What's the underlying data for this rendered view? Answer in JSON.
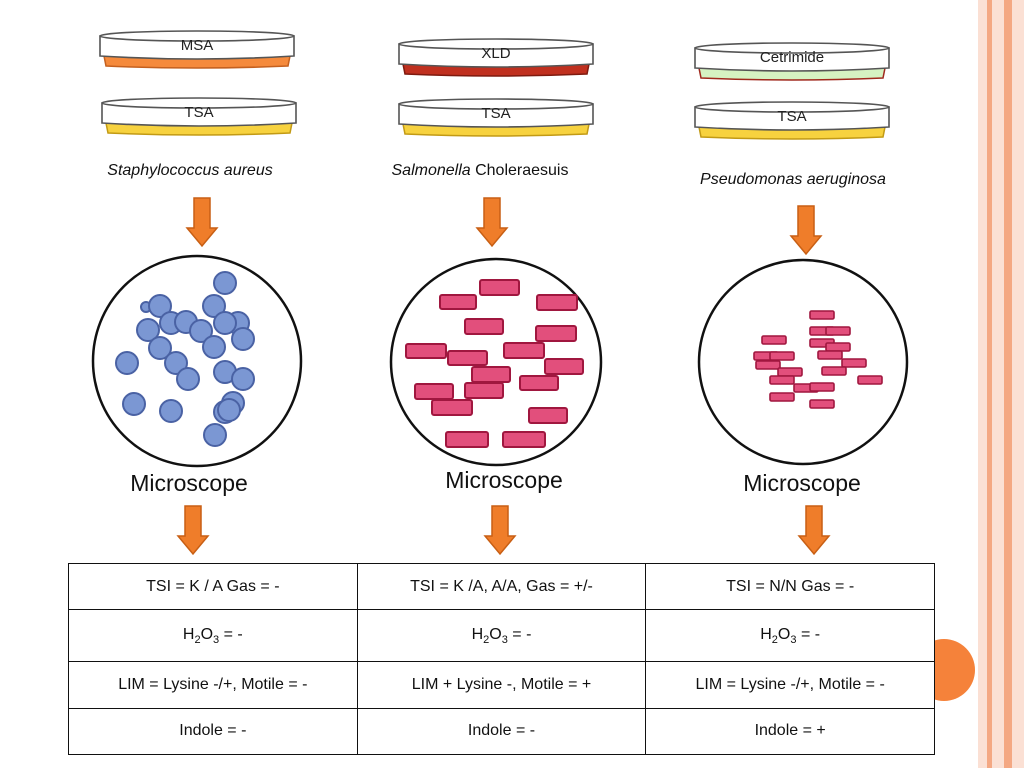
{
  "colors": {
    "stripe_light": "#fbe0d4",
    "stripe_dark": "#f4a883",
    "arrow_fill": "#ef7d2a",
    "arrow_stroke": "#c85f14",
    "cocci_fill": "#7b97d3",
    "cocci_stroke": "#4a62a4",
    "rod_fill": "#e24f7c",
    "rod_stroke": "#a0173f",
    "orange_circle": "#f5823a"
  },
  "columns": [
    {
      "id": "staph",
      "plates": [
        {
          "label": "MSA",
          "medium_color": "#f58a3c",
          "medium_stroke": "#c4601f"
        },
        {
          "label": "TSA",
          "medium_color": "#f7d23f",
          "medium_stroke": "#c29a15"
        }
      ],
      "organism_italic": "Staphylococcus  aureus",
      "organism_regular": "",
      "microscope_label": "Microscope",
      "morphology": "cocci"
    },
    {
      "id": "salmonella",
      "plates": [
        {
          "label": "XLD",
          "medium_color": "#c0301f",
          "medium_stroke": "#7e1a0f"
        },
        {
          "label": "TSA",
          "medium_color": "#f7d23f",
          "medium_stroke": "#c29a15"
        }
      ],
      "organism_italic": "Salmonella",
      "organism_regular": " Choleraesuis",
      "microscope_label": "Microscope",
      "morphology": "large rods"
    },
    {
      "id": "pseudomonas",
      "plates": [
        {
          "label": "Cetrimide",
          "medium_color": "#d6f2c2",
          "medium_stroke": "#a0281d"
        },
        {
          "label": "TSA",
          "medium_color": "#f7d23f",
          "medium_stroke": "#c29a15"
        }
      ],
      "organism_italic": "Pseudomonas aeruginosa",
      "organism_regular": "",
      "microscope_label": "Microscope",
      "morphology": "small rods"
    }
  ],
  "table": {
    "rows": [
      {
        "cells": [
          {
            "text": "TSI  =  K / A Gas = -"
          },
          {
            "text": "TSI =  K /A, A/A, Gas = +/-"
          },
          {
            "text": "TSI = N/N  Gas = -"
          }
        ]
      },
      {
        "cells": [
          {
            "h": "H",
            "s1": "2",
            "o": "O",
            "s2": "3",
            "rest": " = -"
          },
          {
            "h": "H",
            "s1": "2",
            "o": "O",
            "s2": "3",
            "rest": " = -"
          },
          {
            "h": "H",
            "s1": "2",
            "o": "O",
            "s2": "3",
            "rest": " = -"
          }
        ]
      },
      {
        "cells": [
          {
            "text": "LIM = Lysine -/+, Motile = -"
          },
          {
            "text": "LIM + Lysine -, Motile = +"
          },
          {
            "text": "LIM = Lysine -/+, Motile = -"
          }
        ]
      },
      {
        "cells": [
          {
            "text": "Indole = -"
          },
          {
            "text": "Indole = -"
          },
          {
            "text": "Indole = +"
          }
        ]
      }
    ]
  }
}
